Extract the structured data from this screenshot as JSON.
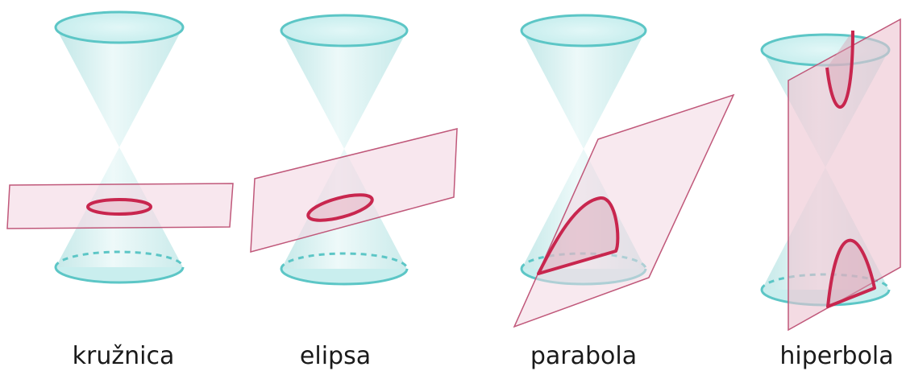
{
  "figures": [
    {
      "id": "circle",
      "label": "kružnica"
    },
    {
      "id": "ellipse",
      "label": "elipsa"
    },
    {
      "id": "parabola",
      "label": "parabola"
    },
    {
      "id": "hyperbola",
      "label": "hiperbola"
    }
  ],
  "colors": {
    "cone_fill": "#bfe8e8",
    "cone_edge": "#5cc6c6",
    "plane_fill": "#f3d7e2",
    "plane_edge": "#c0587a",
    "curve": "#c8264e"
  }
}
